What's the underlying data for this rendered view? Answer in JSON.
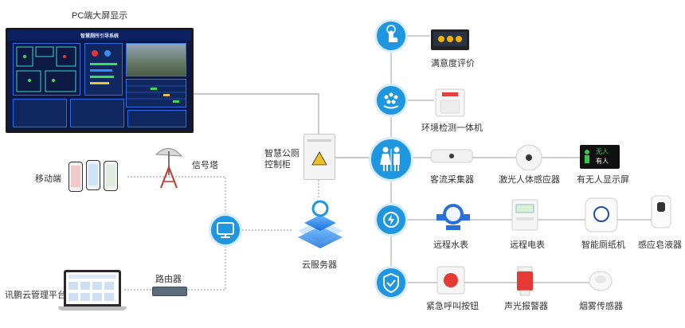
{
  "labels": {
    "pc_screen": "PC端大屏显示",
    "pc_screen_title": "智慧厕所引导系统",
    "mobile": "移动端",
    "signal_tower": "信号塔",
    "cloud_platform": "讯鹏云管理平台",
    "router": "路由器",
    "control_cabinet": "智慧公厕\n控制柜",
    "cloud_server": "云服务器",
    "satisfaction": "满意度评价",
    "env_monitor": "环境检测一体机",
    "passenger_counter": "客流采集器",
    "laser_sensor": "激光人体感应器",
    "occupancy_display": "有无人显示屏",
    "occupancy_line1": "无人",
    "occupancy_line2": "有人",
    "water_meter": "远程水表",
    "electric_meter": "远程电表",
    "paper_dispenser": "智能厕纸机",
    "soap_dispenser": "感应皂液器",
    "emergency_button": "紧急呼叫按钮",
    "alarm": "声光报警器",
    "smoke_sensor": "烟雾传感器"
  },
  "colors": {
    "accent": "#1e96e0",
    "line": "#9a9a9a",
    "screen_bg": "#0c1a43"
  }
}
